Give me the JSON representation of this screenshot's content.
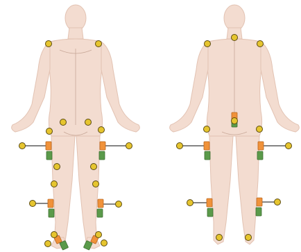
{
  "figure": {
    "views": [
      {
        "id": "front",
        "name": "anterior-view"
      },
      {
        "id": "back",
        "name": "posterior-view"
      }
    ],
    "colors": {
      "skin": "#f3dcd0",
      "marker": "#e6c52f",
      "sensor_electrode": "#f0923a",
      "sensor_body": "#5a9a4a",
      "lead_wire": "#3a3a3a"
    },
    "icons": {
      "marker": "reflective-marker-icon",
      "sensor": "emg-sensor-icon"
    }
  }
}
